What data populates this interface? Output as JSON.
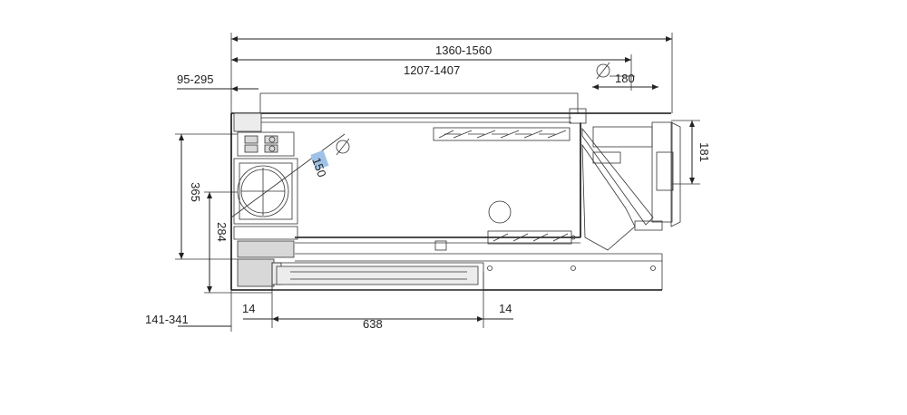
{
  "drawing": {
    "dimensions": {
      "overall_length": "1360-1560",
      "inner_length": "1207-1407",
      "left_offset": "95-295",
      "pipe_diameter_right": "180",
      "right_height": "181",
      "left_height": "365",
      "left_inner_height": "284",
      "pipe_diameter_left": "150",
      "bottom_offset": "141-341",
      "left_gap": "14",
      "center_width": "638",
      "right_gap": "14"
    },
    "colors": {
      "line": "#222222",
      "highlight": "#9fc3e8"
    }
  }
}
